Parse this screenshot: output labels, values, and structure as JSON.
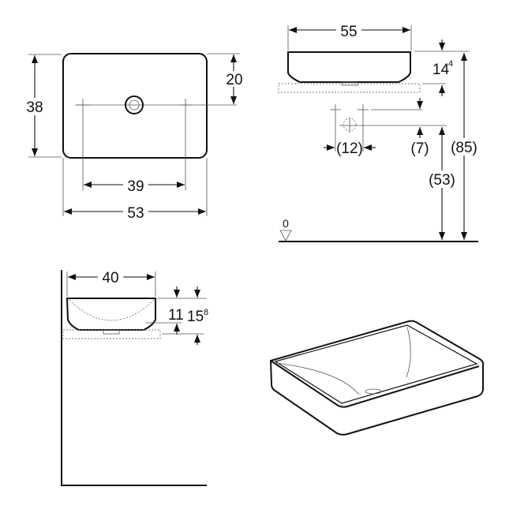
{
  "top_view": {
    "depth": "38",
    "drain_offset": "20",
    "tap_spacing": "39",
    "width": "53"
  },
  "side_view": {
    "width": "55",
    "height_main": "14",
    "height_sup": "4",
    "tap_spacing": "(12)",
    "tap_offset": "(7)",
    "drain_height": "(53)",
    "total_height": "(85)",
    "floor_level": "0"
  },
  "front_view": {
    "depth": "40",
    "bowl_height": "11",
    "total_main": "15",
    "total_sup": "8"
  }
}
